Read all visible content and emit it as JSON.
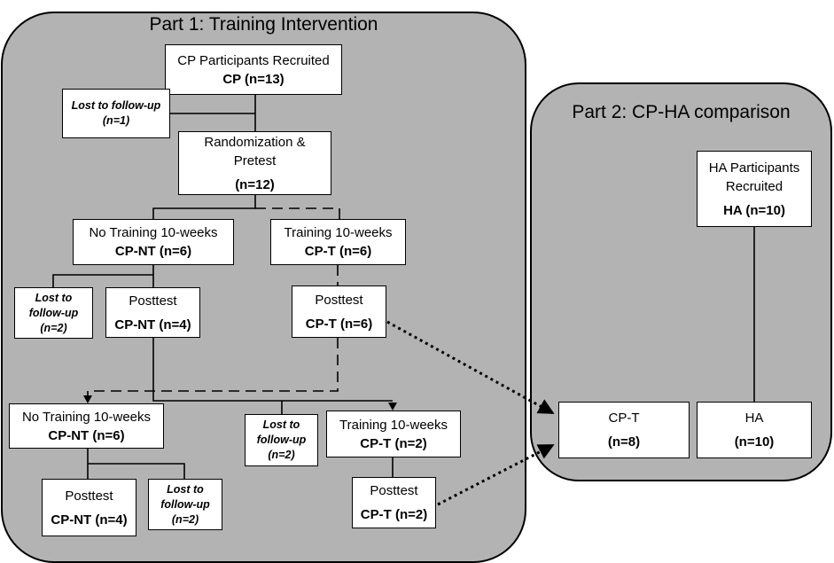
{
  "part1": {
    "title": "Part 1: Training Intervention"
  },
  "part2": {
    "title": "Part 2: CP-HA comparison"
  },
  "nodes": {
    "cp_recruited": {
      "line1": "CP Participants Recruited",
      "line2": "CP (n=13)"
    },
    "lost_top": {
      "text": "Lost to follow-up (n=1)"
    },
    "randomization": {
      "line1": "Randomization &",
      "line2": "Pretest",
      "line3": "(n=12)"
    },
    "no_training_1": {
      "line1": "No Training 10-weeks",
      "line2": "CP-NT (n=6)"
    },
    "training_1": {
      "line1": "Training 10-weeks",
      "line2": "CP-T (n=6)"
    },
    "lost_nt1": {
      "text": "Lost to follow-up (n=2)"
    },
    "posttest_nt1": {
      "line1": "Posttest",
      "line2": "CP-NT (n=4)"
    },
    "posttest_t1": {
      "line1": "Posttest",
      "line2": "CP-T (n=6)"
    },
    "no_training_2": {
      "line1": "No Training 10-weeks",
      "line2": "CP-NT (n=6)"
    },
    "lost_mid": {
      "text": "Lost to follow-up (n=2)"
    },
    "training_2": {
      "line1": "Training 10-weeks",
      "line2": "CP-T (n=2)"
    },
    "posttest_nt2": {
      "line1": "Posttest",
      "line2": "CP-NT (n=4)"
    },
    "lost_nt2": {
      "text": "Lost to follow-up (n=2)"
    },
    "posttest_t2": {
      "line1": "Posttest",
      "line2": "CP-T (n=2)"
    },
    "ha_recruited": {
      "line1": "HA Participants",
      "line2": "Recruited",
      "line3": "HA (n=10)"
    },
    "cpt_final": {
      "line1": "CP-T",
      "line2": "(n=8)"
    },
    "ha_final": {
      "line1": "HA",
      "line2": "(n=10)"
    }
  },
  "colors": {
    "panel_fill": "#b3b3b3",
    "box_fill": "#ffffff",
    "stroke": "#000000"
  }
}
